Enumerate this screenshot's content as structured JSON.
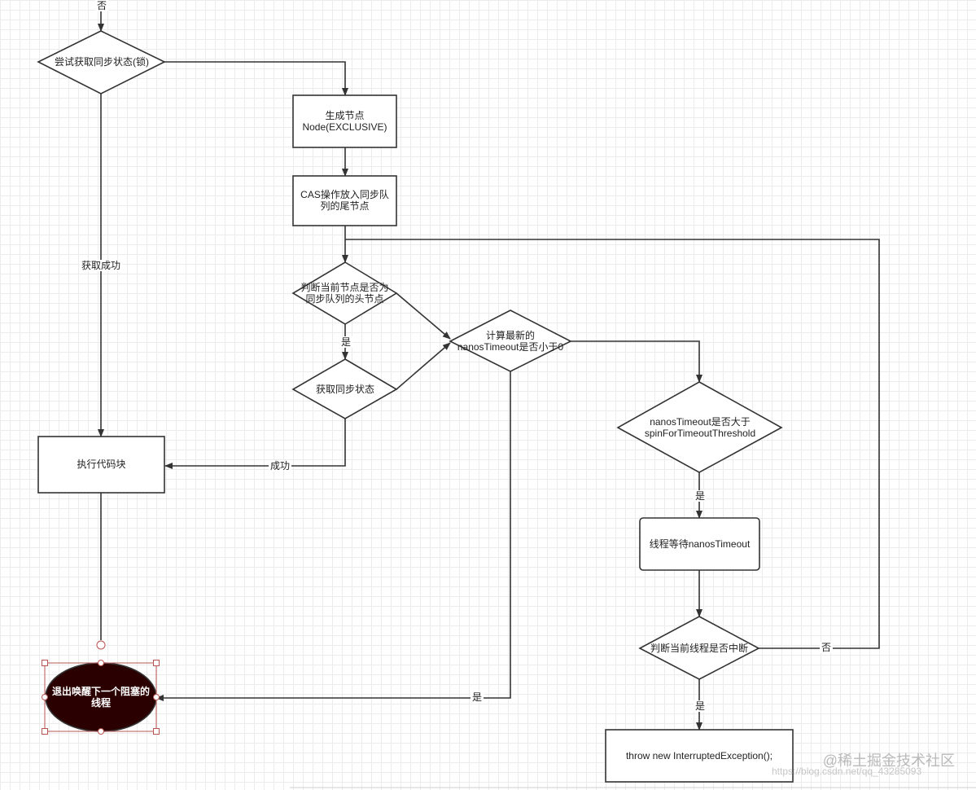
{
  "nodes": {
    "try_acquire": "尝试获取同步状态(锁)",
    "create_node": "生成节点\nNode(EXCLUSIVE)",
    "cas_enqueue": "CAS操作放入同步队列的尾节点",
    "is_head": "判断当前节点是否为同步队列的头节点",
    "acquire_state": "获取同步状态",
    "calc_timeout": "计算最新的\nnanosTimeout是否小于0",
    "compare_threshold": "nanosTimeout是否大于\nspinForTimeoutThreshold",
    "park": "线程等待nanosTimeout",
    "check_interrupt": "判断当前线程是否中断",
    "execute_block": "执行代码块",
    "exit_wake": "退出唤醒下一个阻塞的线程",
    "throw_exception": "throw new InterruptedException();"
  },
  "edge_labels": {
    "top_no": "否",
    "acquire_success": "获取成功",
    "is_head_yes": "是",
    "success": "成功",
    "timeout_yes": "是",
    "threshold_yes": "是",
    "interrupt_no": "否",
    "interrupt_yes": "是"
  },
  "watermark": {
    "brand": "@稀土掘金技术社区",
    "url": "https://blog.csdn.net/qq_43285093"
  },
  "colors": {
    "line": "#333333",
    "end_fill": "#2b0000",
    "selection": "#b85450"
  }
}
